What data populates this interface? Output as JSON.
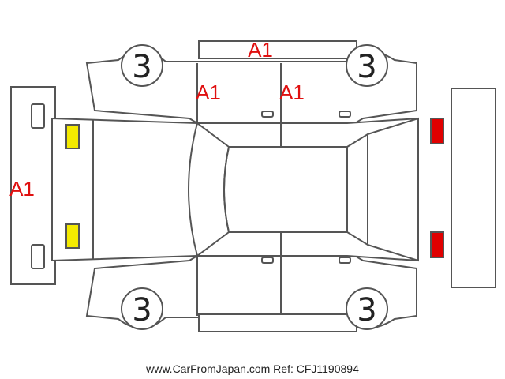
{
  "colors": {
    "marker_red": "#e01010",
    "headlight_yellow": "#f4ea00",
    "taillight_red": "#e00000",
    "outline": "#555555"
  },
  "damage_markers": {
    "roof": "A1",
    "left_front_door": "A1",
    "left_rear_door": "A1",
    "front_bumper": "A1"
  },
  "wheels": {
    "front_left": "3",
    "rear_left": "3",
    "front_right": "3",
    "rear_right": "3"
  },
  "footer": "www.CarFromJapan.com Ref: CFJ1190894"
}
